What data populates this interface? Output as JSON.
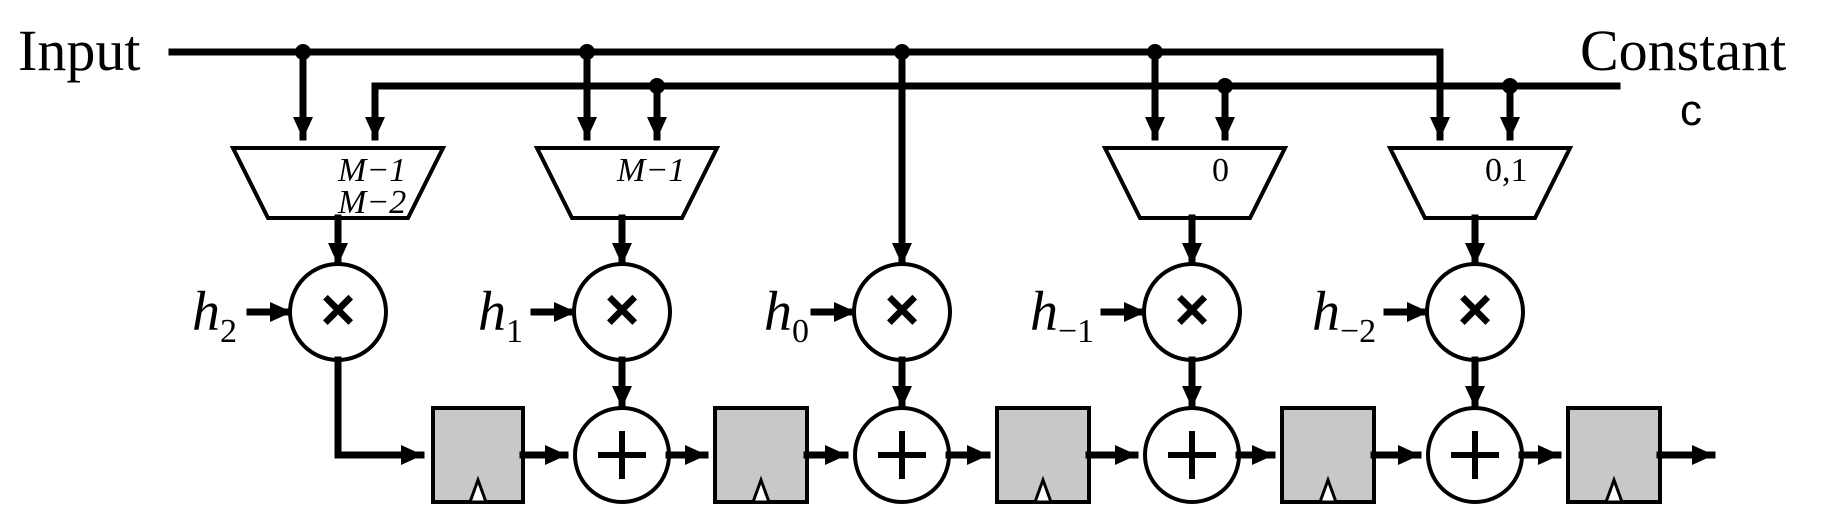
{
  "labels": {
    "input": "Input",
    "constant": "Constant",
    "constant_symbol": "c"
  },
  "muxes": [
    {
      "id": "mux-1",
      "line1": "M−1",
      "line2": "M−2"
    },
    {
      "id": "mux-2",
      "line1": "M−1",
      "line2": ""
    },
    {
      "id": "mux-4",
      "line1": "0",
      "line2": ""
    },
    {
      "id": "mux-5",
      "line1": "0,1",
      "line2": ""
    }
  ],
  "coefficients": [
    {
      "symbol": "h",
      "subscript": "2"
    },
    {
      "symbol": "h",
      "subscript": "1"
    },
    {
      "symbol": "h",
      "subscript": "0"
    },
    {
      "symbol": "h",
      "subscript": "−1"
    },
    {
      "symbol": "h",
      "subscript": "−2"
    }
  ],
  "operators": {
    "multiply": "×",
    "add": "+"
  },
  "colors": {
    "line": "#000000",
    "register_fill": "#c8c8c8",
    "background": "#ffffff"
  }
}
